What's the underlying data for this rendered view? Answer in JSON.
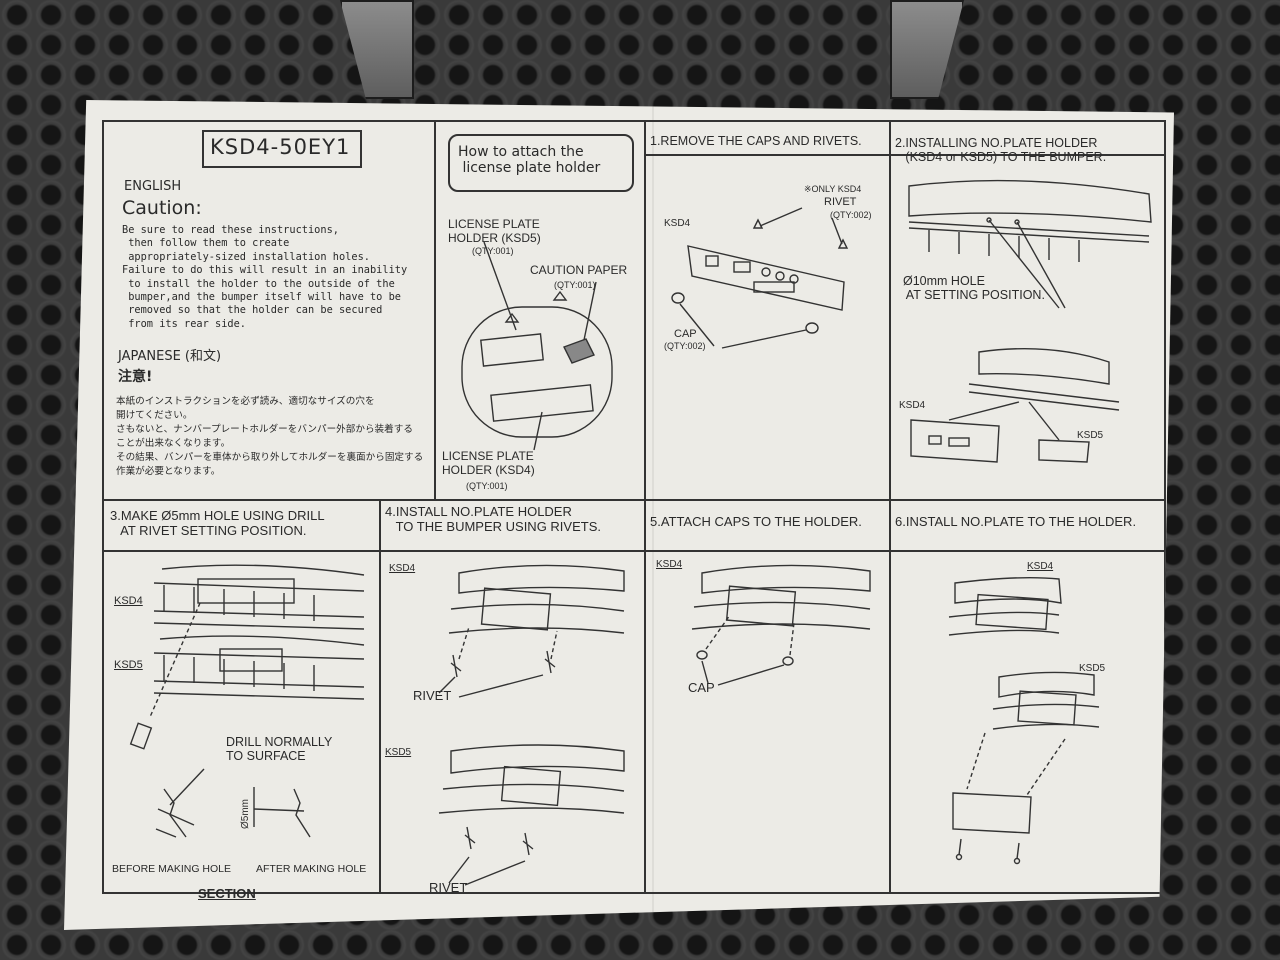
{
  "model_code": "KSD4-50EY1",
  "intro": {
    "lang_english": "ENGLISH",
    "caution_heading": "Caution:",
    "caution_body": "Be sure to read these instructions,\n then follow them to create\n appropriately-sized installation holes.\nFailure to do this will result in an inability\n to install the holder to the outside of the\n bumper,and the bumper itself will have to be\n removed so that the holder can be secured\n from its rear side.",
    "lang_japanese": "JAPANESE (和文)",
    "jp_heading": "注意!",
    "jp_body": "本紙のインストラクションを必ず読み、適切なサイズの穴を\n開けてください。\nさもないと、ナンバープレートホルダーをバンパー外部から装着する\nことが出来なくなります。\nその結果、バンパーを車体から取り外してホルダーを裏面から固定する\n作業が必要となります。"
  },
  "how_to": {
    "title": "How to attach the\n license plate holder",
    "label_ksd5": "LICENSE PLATE\nHOLDER (KSD5)",
    "qty_ksd5": "(QTY:001)",
    "label_paper": "CAUTION PAPER",
    "qty_paper": "(QTY:001)",
    "label_ksd4": "LICENSE PLATE\nHOLDER (KSD4)",
    "qty_ksd4": "(QTY:001)"
  },
  "steps": {
    "s1": {
      "title": "1.REMOVE THE CAPS AND RIVETS.",
      "ksd4": "KSD4",
      "rivet_note": "※ONLY KSD4",
      "rivet": "RIVET",
      "rivet_qty": "(QTY:002)",
      "cap": "CAP",
      "cap_qty": "(QTY:002)"
    },
    "s2": {
      "title": "2.INSTALLING NO.PLATE HOLDER\n   (KSD4 or KSD5) TO THE BUMPER.",
      "hole": "Ø10mm HOLE\n AT SETTING POSITION.",
      "ksd4": "KSD4",
      "ksd5": "KSD5"
    },
    "s3": {
      "title": "3.MAKE Ø5mm HOLE USING DRILL\n   AT RIVET SETTING POSITION.",
      "ksd4": "KSD4",
      "ksd5": "KSD5",
      "drill": "DRILL NORMALLY\nTO SURFACE",
      "dim": "Ø5mm",
      "before": "BEFORE MAKING HOLE",
      "after": "AFTER MAKING HOLE",
      "section": "SECTION"
    },
    "s4": {
      "title": "4.INSTALL NO.PLATE HOLDER\n   TO THE BUMPER USING RIVETS.",
      "ksd4": "KSD4",
      "ksd5": "KSD5",
      "rivet_a": "RIVET",
      "rivet_b": "RIVET"
    },
    "s5": {
      "title": "5.ATTACH CAPS TO THE HOLDER.",
      "ksd4": "KSD4",
      "cap": "CAP"
    },
    "s6": {
      "title": "6.INSTALL NO.PLATE TO THE HOLDER.",
      "ksd4": "KSD4",
      "ksd5": "KSD5"
    }
  }
}
